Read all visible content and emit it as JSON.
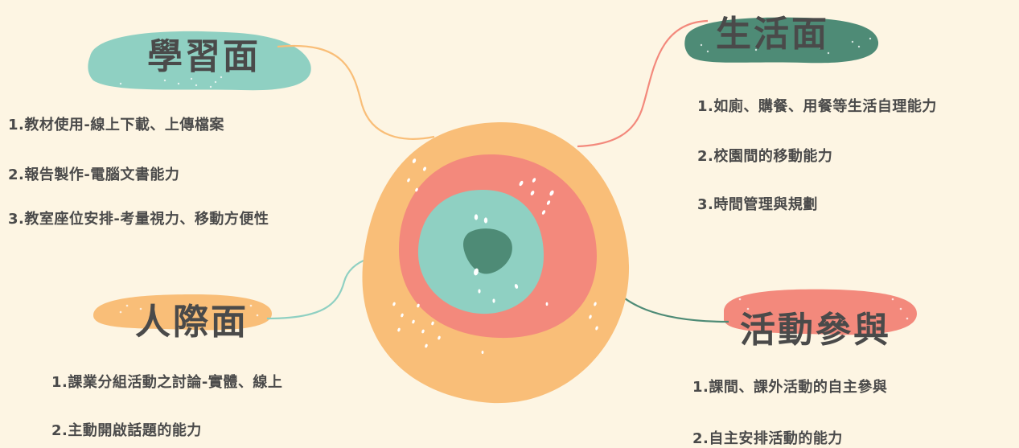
{
  "colors": {
    "background": "#fdf5e3",
    "orange": "#f9be78",
    "salmon": "#f3897c",
    "teal": "#8fd0c2",
    "dark_teal": "#4e8b76",
    "text": "#4a4a4a"
  },
  "topics": {
    "learning": {
      "title": "學習面",
      "items": [
        "1.教材使用-線上下載、上傳檔案",
        "2.報告製作-電腦文書能力",
        "3.教室座位安排-考量視力、移動方便性"
      ]
    },
    "life": {
      "title": "生活面",
      "items": [
        "1.如廁、購餐、用餐等生活自理能力",
        "2.校園間的移動能力",
        "3.時間管理與規劃"
      ]
    },
    "interpersonal": {
      "title": "人際面",
      "items": [
        "1.課業分組活動之討論-實體、線上",
        "2.主動開啟話題的能力"
      ]
    },
    "activity": {
      "title": "活動參與",
      "items": [
        "1.課間、課外活動的自主參與",
        "2.自主安排活動的能力"
      ]
    }
  }
}
